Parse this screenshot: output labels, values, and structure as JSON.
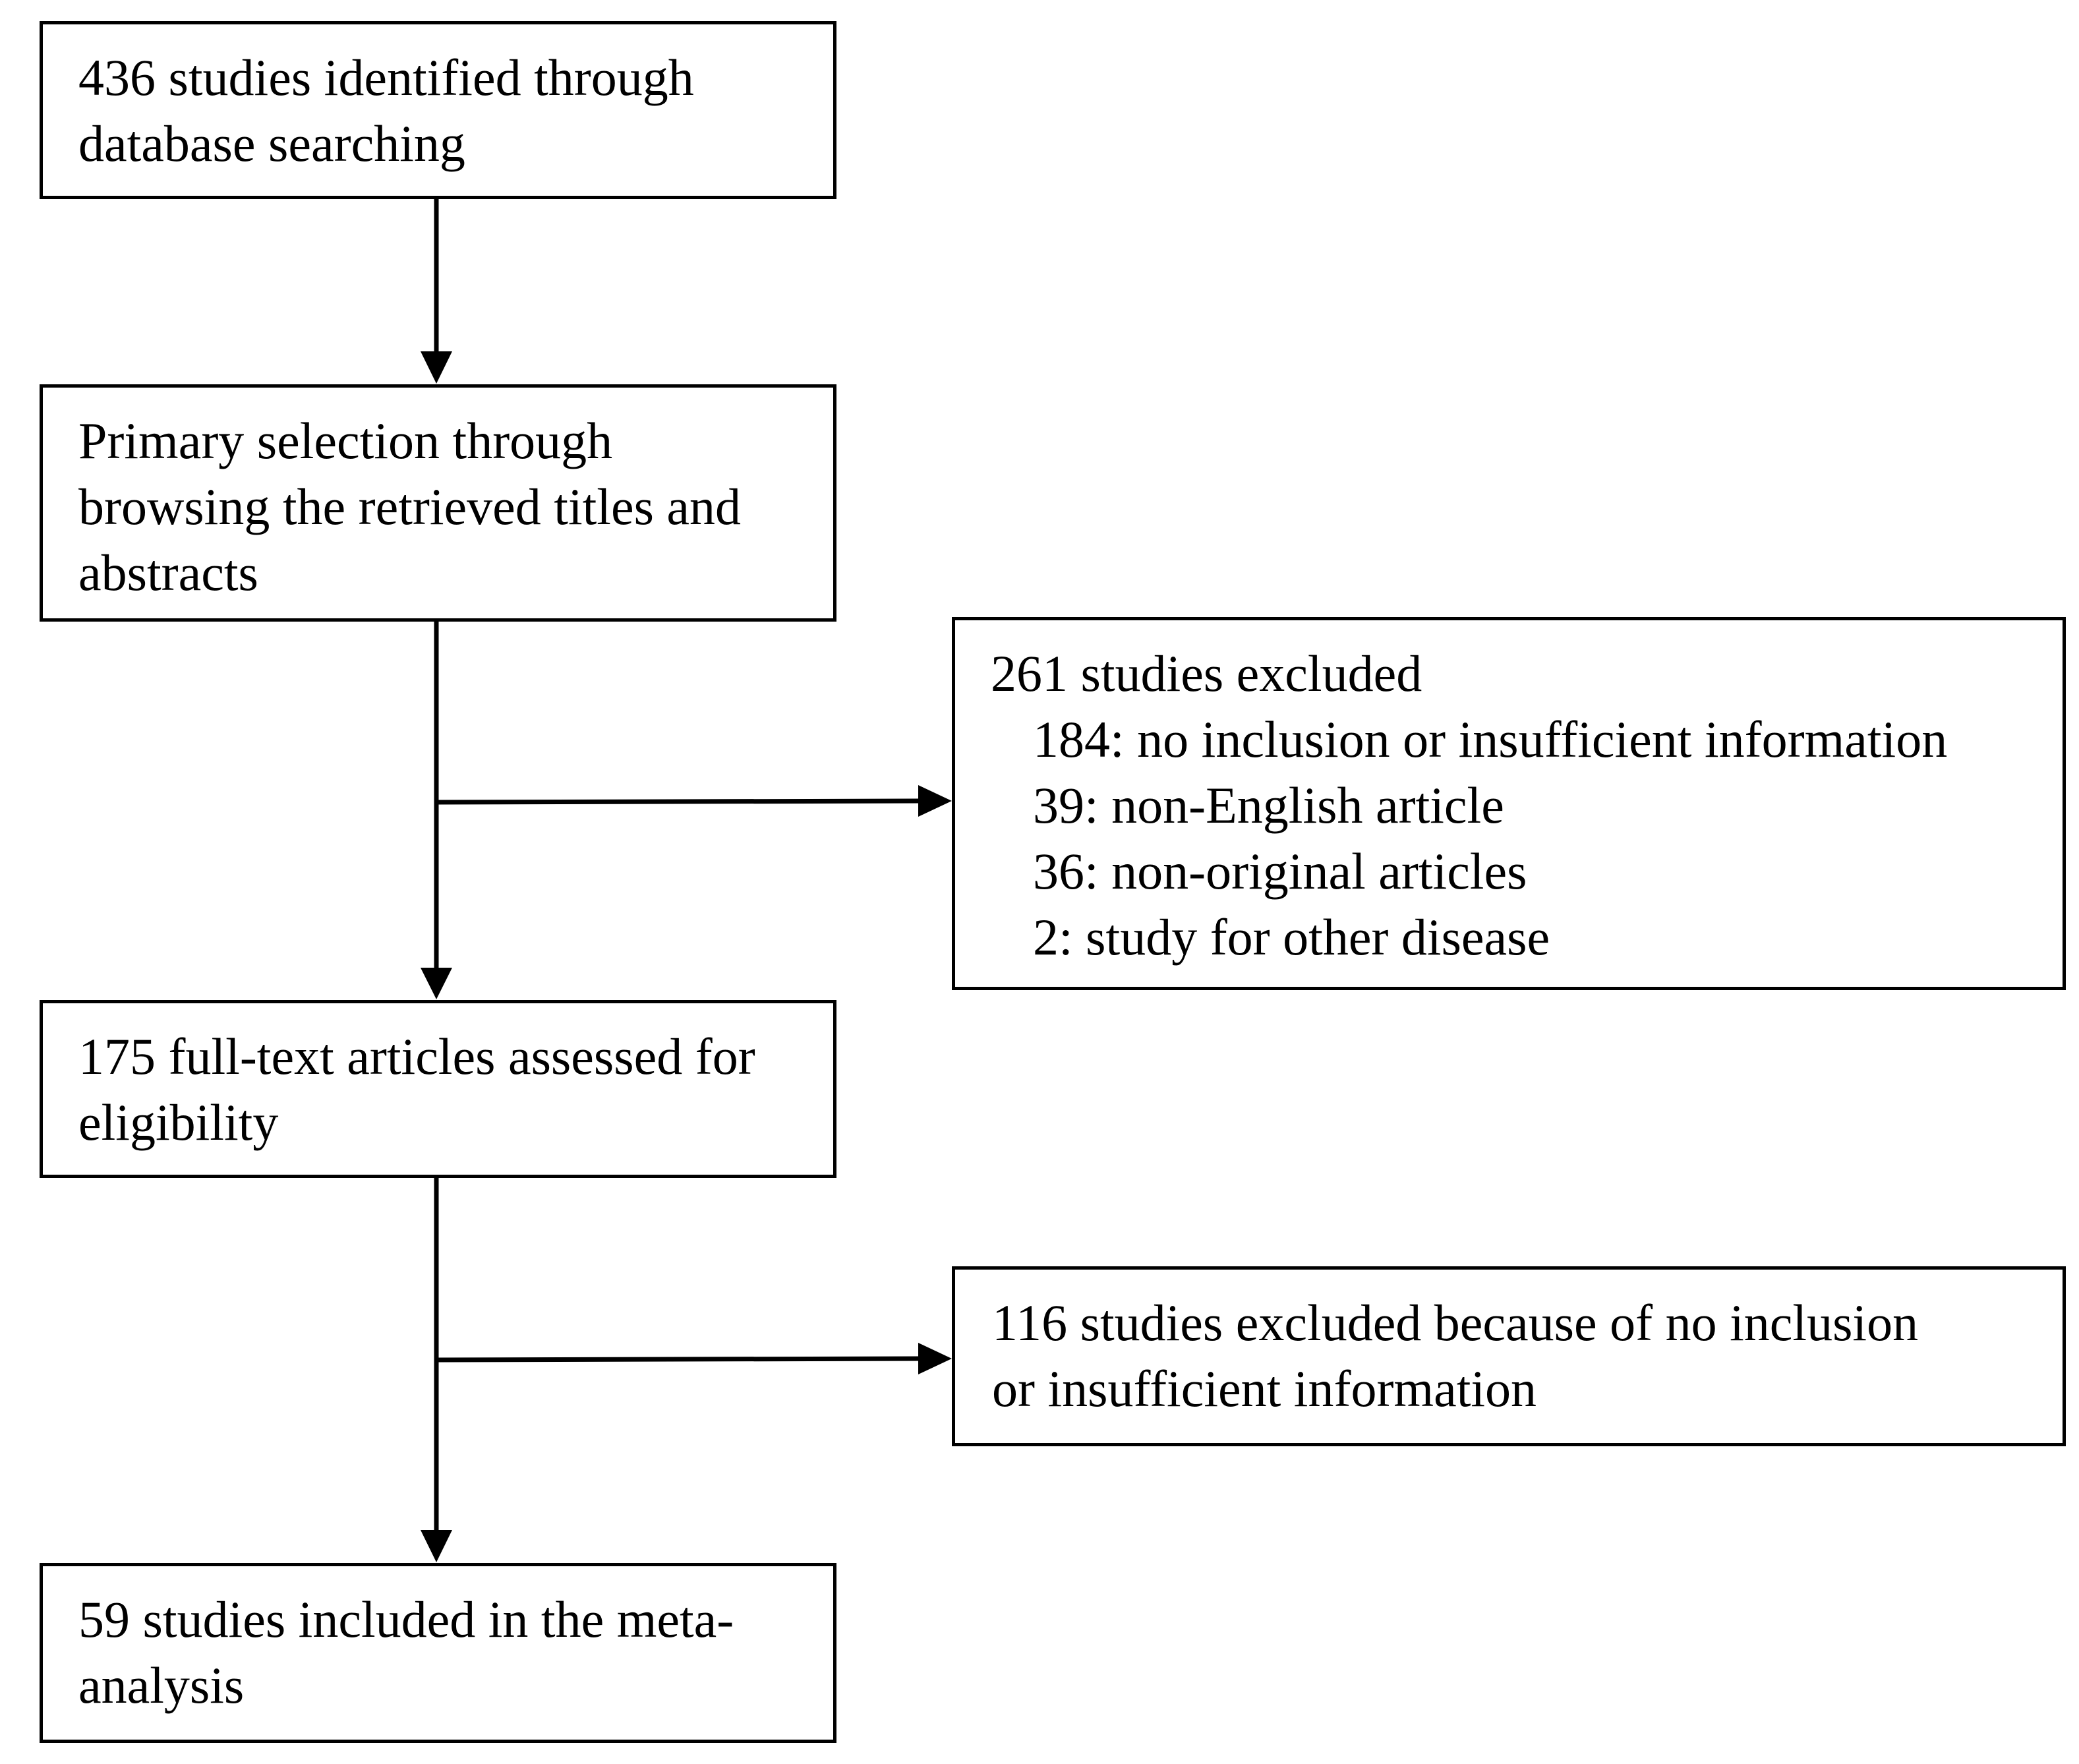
{
  "flowchart": {
    "identified": {
      "lines": [
        "436 studies identified through",
        "database searching"
      ]
    },
    "primary_selection": {
      "lines": [
        "Primary selection through",
        "browsing the retrieved titles and",
        "abstracts"
      ]
    },
    "excluded_first": {
      "heading": "261 studies excluded",
      "reasons": [
        "184: no inclusion or insufficient information",
        "39: non-English article",
        "36: non-original articles",
        "2: study for other disease"
      ]
    },
    "full_text": {
      "lines": [
        "175 full-text articles assessed for",
        "eligibility"
      ]
    },
    "excluded_second": {
      "lines": [
        "116 studies excluded because of no inclusion",
        "or insufficient information"
      ]
    },
    "included": {
      "lines": [
        "59 studies included in the meta-",
        "analysis"
      ]
    }
  }
}
